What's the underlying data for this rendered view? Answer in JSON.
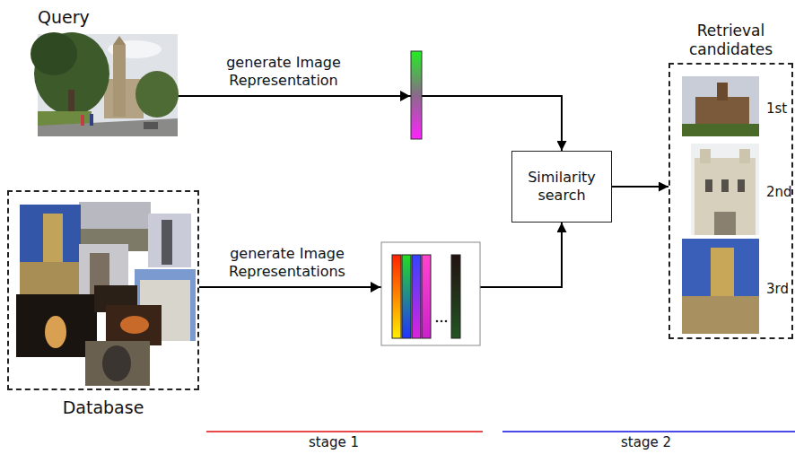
{
  "diagram": {
    "nodes": [
      {
        "text": [
          "Query"
        ]
      },
      {
        "text": [
          "Database"
        ]
      },
      {
        "text": [
          "Similarity search"
        ]
      },
      {
        "text": [
          "Retrieval candidates"
        ]
      },
      {
        "text": [
          "1st"
        ],
        "in": 3
      },
      {
        "text": [
          "2nd"
        ],
        "in": 3
      },
      {
        "text": [
          "3rd"
        ],
        "in": 3
      }
    ],
    "edges": [
      {
        "from": 0,
        "to": 2,
        "arrow": "to",
        "label": "generate Image Representation"
      },
      {
        "from": 1,
        "to": 2,
        "arrow": "to",
        "label": "generate Image Representations"
      },
      {
        "from": 2,
        "to": 3,
        "arrow": "to"
      }
    ],
    "labels": [
      "stage 1",
      "stage 2"
    ]
  }
}
